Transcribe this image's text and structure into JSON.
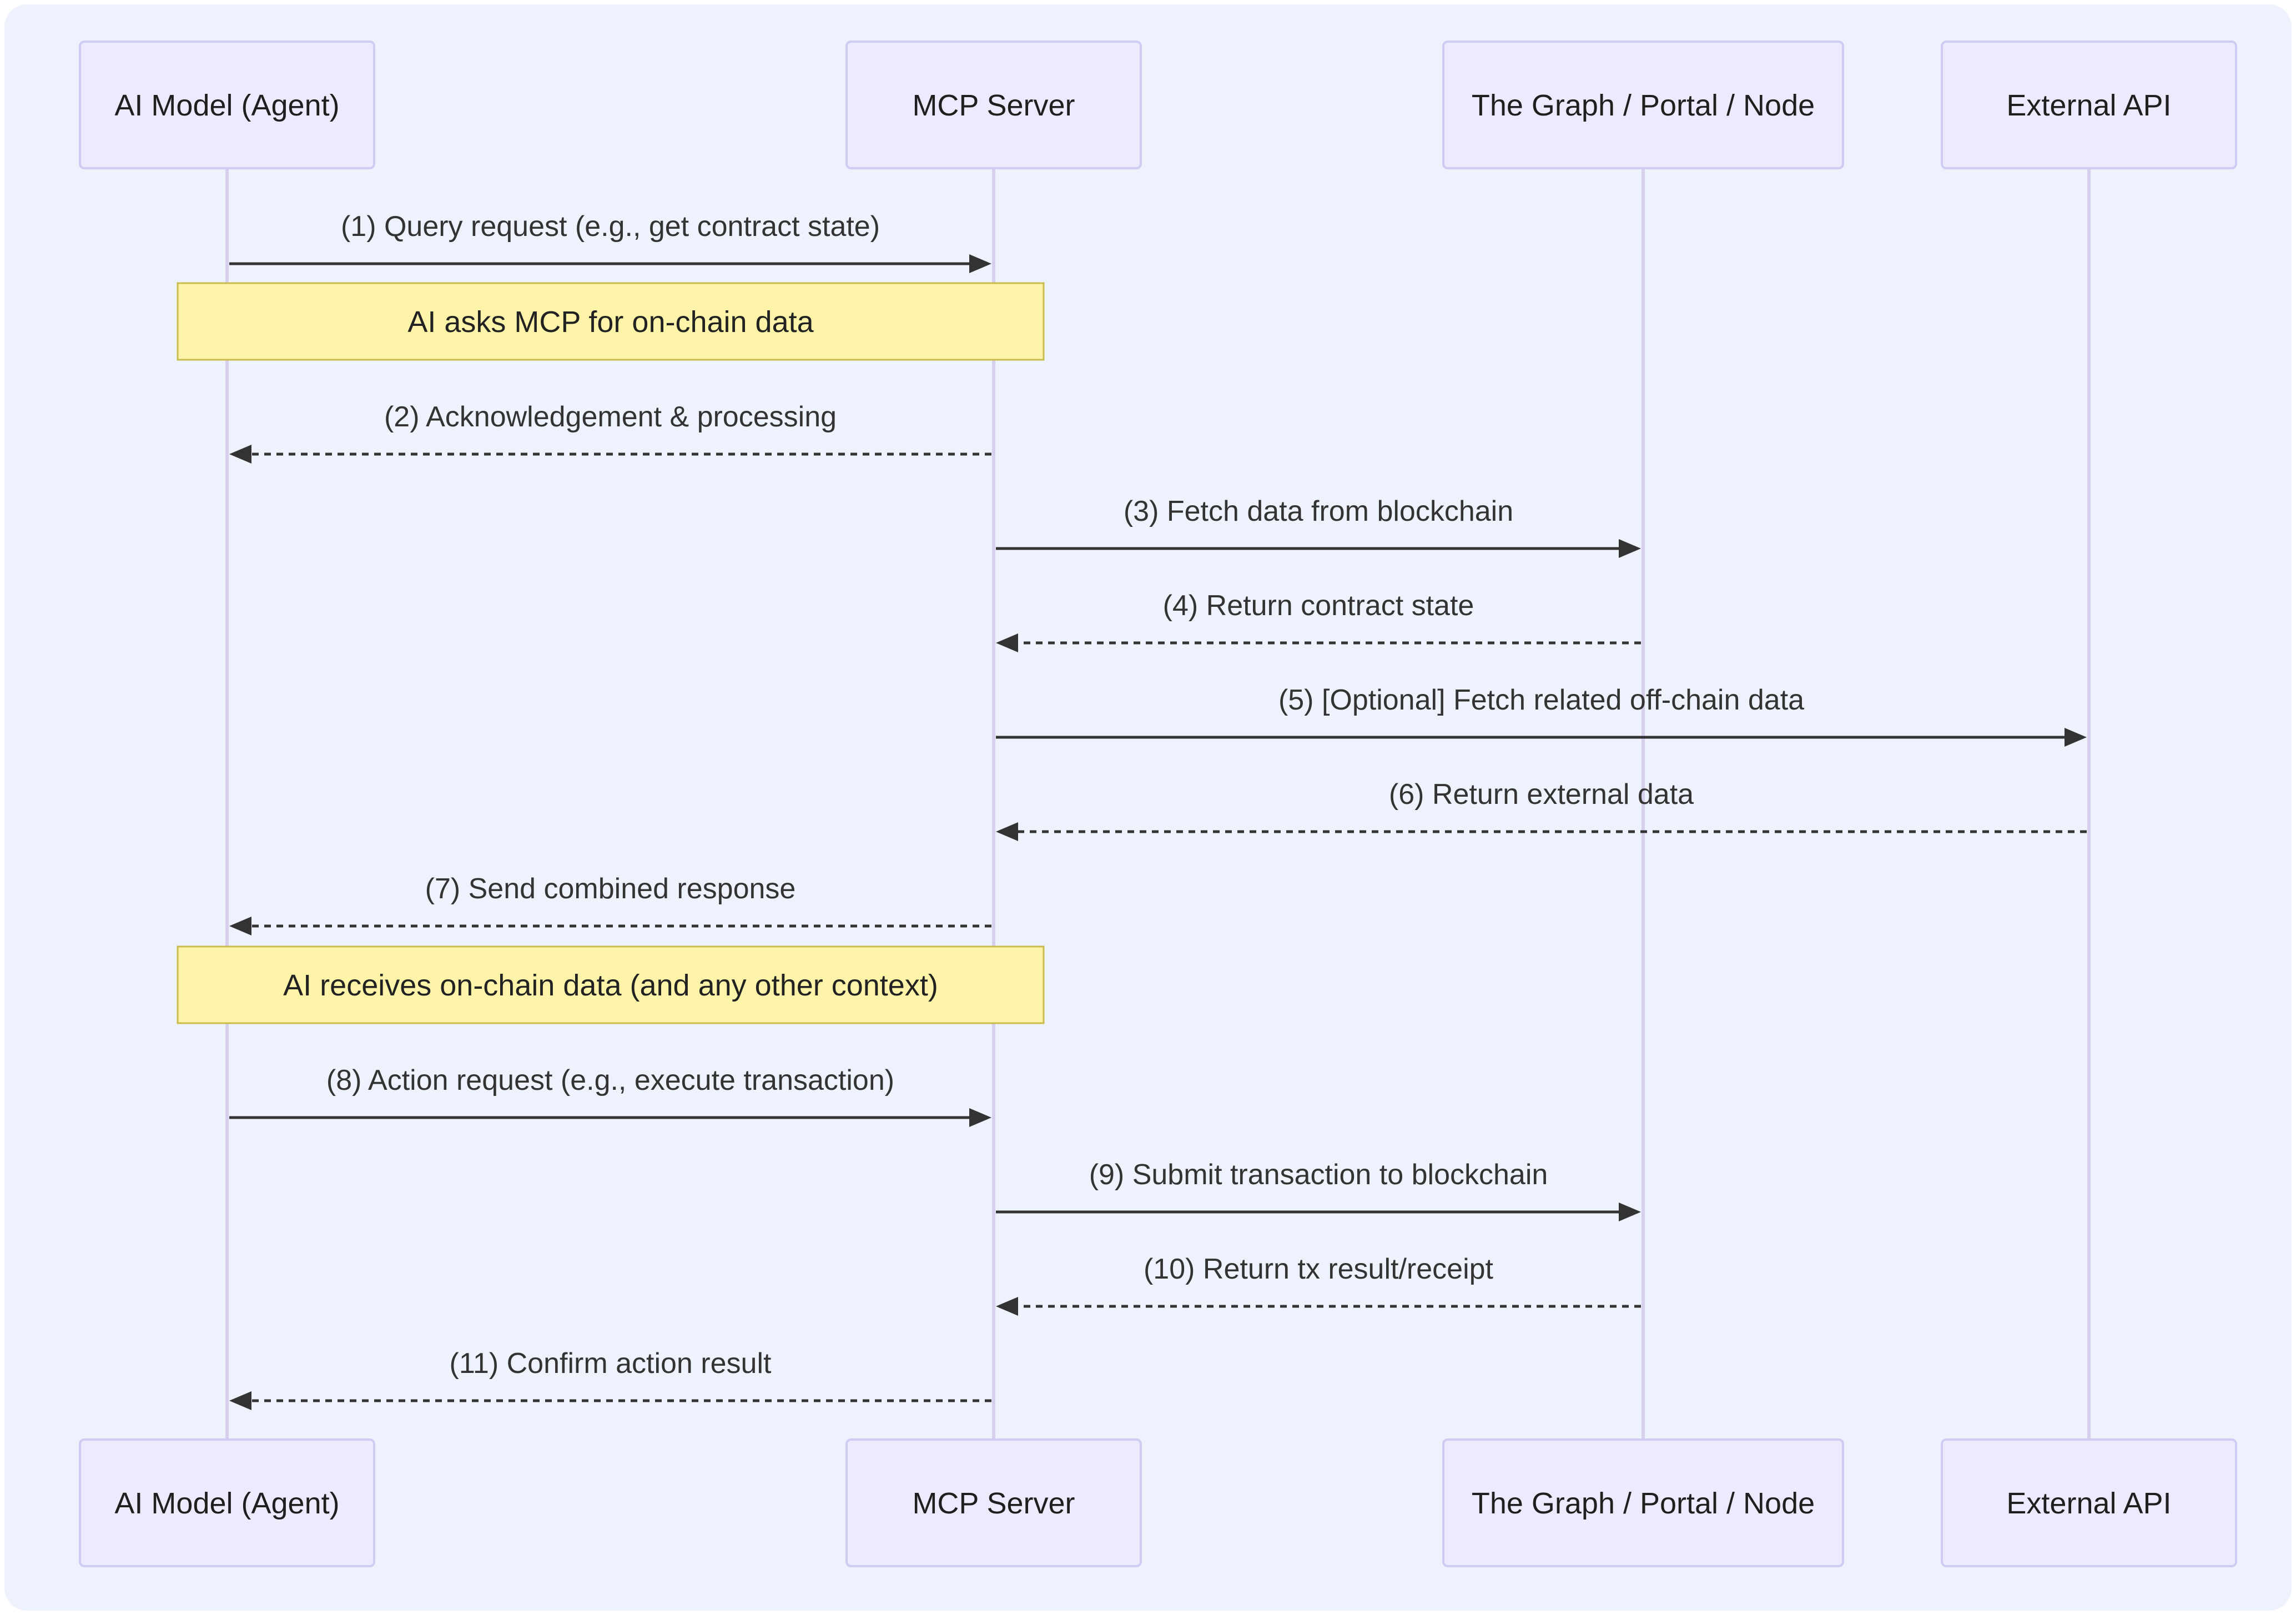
{
  "participants": [
    {
      "id": "ai",
      "label": "AI Model (Agent)"
    },
    {
      "id": "mcp",
      "label": "MCP Server"
    },
    {
      "id": "graph",
      "label": "The Graph / Portal / Node"
    },
    {
      "id": "ext",
      "label": "External API"
    }
  ],
  "messages": [
    {
      "from": "ai",
      "to": "mcp",
      "style": "solid",
      "label": "(1) Query request (e.g., get contract state)"
    },
    {
      "from": "mcp",
      "to": "ai",
      "style": "dashed",
      "label": "(2) Acknowledgement & processing"
    },
    {
      "from": "mcp",
      "to": "graph",
      "style": "solid",
      "label": "(3) Fetch data from blockchain"
    },
    {
      "from": "graph",
      "to": "mcp",
      "style": "dashed",
      "label": "(4) Return contract state"
    },
    {
      "from": "mcp",
      "to": "ext",
      "style": "solid",
      "label": "(5) [Optional] Fetch related off-chain data"
    },
    {
      "from": "ext",
      "to": "mcp",
      "style": "dashed",
      "label": "(6) Return external data"
    },
    {
      "from": "mcp",
      "to": "ai",
      "style": "dashed",
      "label": "(7) Send combined response"
    },
    {
      "from": "ai",
      "to": "mcp",
      "style": "solid",
      "label": "(8) Action request (e.g., execute transaction)"
    },
    {
      "from": "mcp",
      "to": "graph",
      "style": "solid",
      "label": "(9) Submit transaction to blockchain"
    },
    {
      "from": "graph",
      "to": "mcp",
      "style": "dashed",
      "label": "(10) Return tx result/receipt"
    },
    {
      "from": "mcp",
      "to": "ai",
      "style": "dashed",
      "label": "(11) Confirm action result"
    }
  ],
  "notes": [
    {
      "over": [
        "ai",
        "mcp"
      ],
      "label": "AI asks MCP for on-chain data"
    },
    {
      "over": [
        "ai",
        "mcp"
      ],
      "label": "AI receives on-chain data (and any other context)"
    }
  ],
  "colors": {
    "outer_background": "#EEF2FD",
    "actor_fill": "#ECEBFD",
    "lifeline": "#D7CFEE",
    "note_fill": "#FEF4A9",
    "arrow": "#333333"
  }
}
